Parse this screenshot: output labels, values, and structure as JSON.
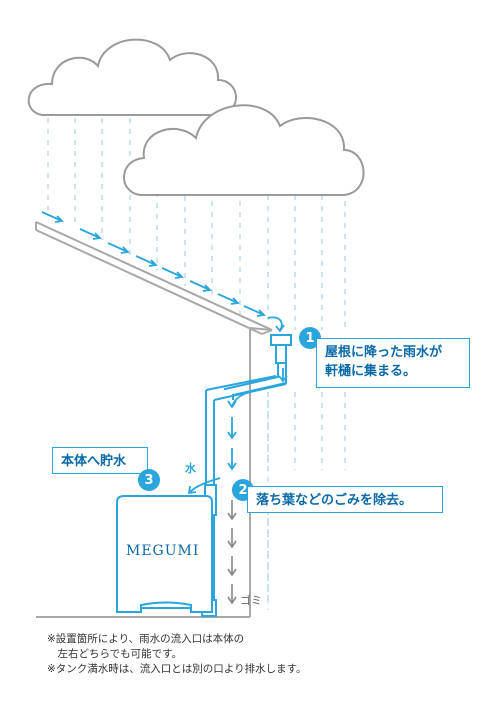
{
  "callouts": [
    {
      "number": "1",
      "line1": "屋根に降った雨水が",
      "line2": "軒樋に集まる。"
    },
    {
      "number": "2",
      "line1": "落ち葉などのごみを除去。"
    },
    {
      "number": "3",
      "line1": "本体へ貯水"
    }
  ],
  "labels": {
    "water": "水",
    "trash": "ゴミ"
  },
  "tank": {
    "brand": "MEGUMI"
  },
  "notes": [
    "※設置箇所により、雨水の流入口は本体の",
    "　左右どちらでも可能です。",
    "※タンク満水時は、流入口とは別の口より排水します。"
  ],
  "colors": {
    "accent": "#2aa6dc",
    "accent_dark": "#0a6aa8",
    "cloud": "#999999",
    "house": "#a8a8a8",
    "rain": "#bcdcf0"
  },
  "icons": [
    "cloud-icon",
    "rain-line-icon",
    "flow-arrow-icon",
    "gutter-icon",
    "filter-icon",
    "tank-icon"
  ]
}
